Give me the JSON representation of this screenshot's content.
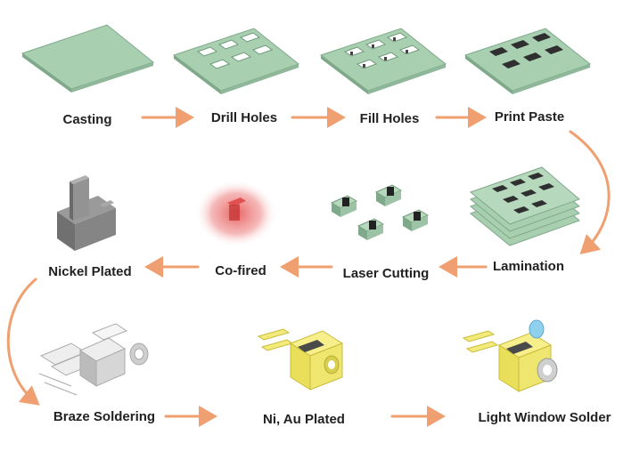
{
  "steps": [
    {
      "id": "casting",
      "label": "Casting"
    },
    {
      "id": "drill-holes",
      "label": "Drill Holes"
    },
    {
      "id": "fill-holes",
      "label": "Fill Holes"
    },
    {
      "id": "print-paste",
      "label": "Print Paste"
    },
    {
      "id": "lamination",
      "label": "Lamination"
    },
    {
      "id": "laser-cutting",
      "label": "Laser Cutting"
    },
    {
      "id": "co-fired",
      "label": "Co-fired"
    },
    {
      "id": "nickel-plated",
      "label": "Nickel Plated"
    },
    {
      "id": "braze-soldering",
      "label": "Braze Soldering"
    },
    {
      "id": "ni-au-plated",
      "label": "Ni, Au Plated"
    },
    {
      "id": "light-window-solder",
      "label": "Light Window Solder"
    }
  ],
  "colors": {
    "arrow": "#f0a070",
    "ceramic": "#a9cfb1",
    "ceramic_edge": "#7fa98a",
    "metal": "#8a8a8a",
    "gold": "#f2ea7a",
    "glow": "#e65a5a",
    "window": "#8fd0ee"
  }
}
